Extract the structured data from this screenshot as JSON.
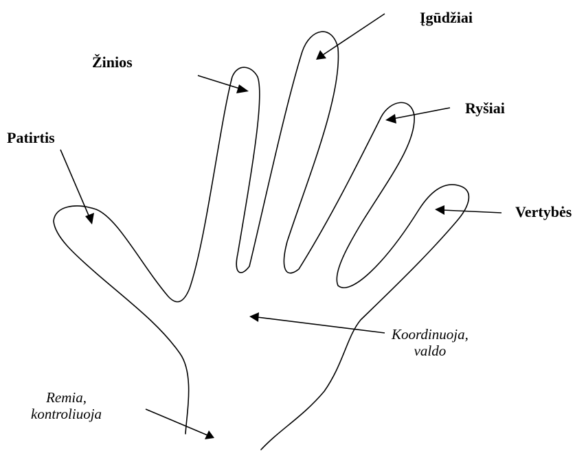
{
  "labels": {
    "igudziai": "Įgūdžiai",
    "zinios": "Žinios",
    "rysiai": "Ryšiai",
    "patirtis": "Patirtis",
    "vertybes": "Vertybės",
    "koordinuoja_line1": "Koordinuoja,",
    "koordinuoja_line2": "valdo",
    "remia_line1": "Remia,",
    "remia_line2": "kontroliuoja"
  }
}
